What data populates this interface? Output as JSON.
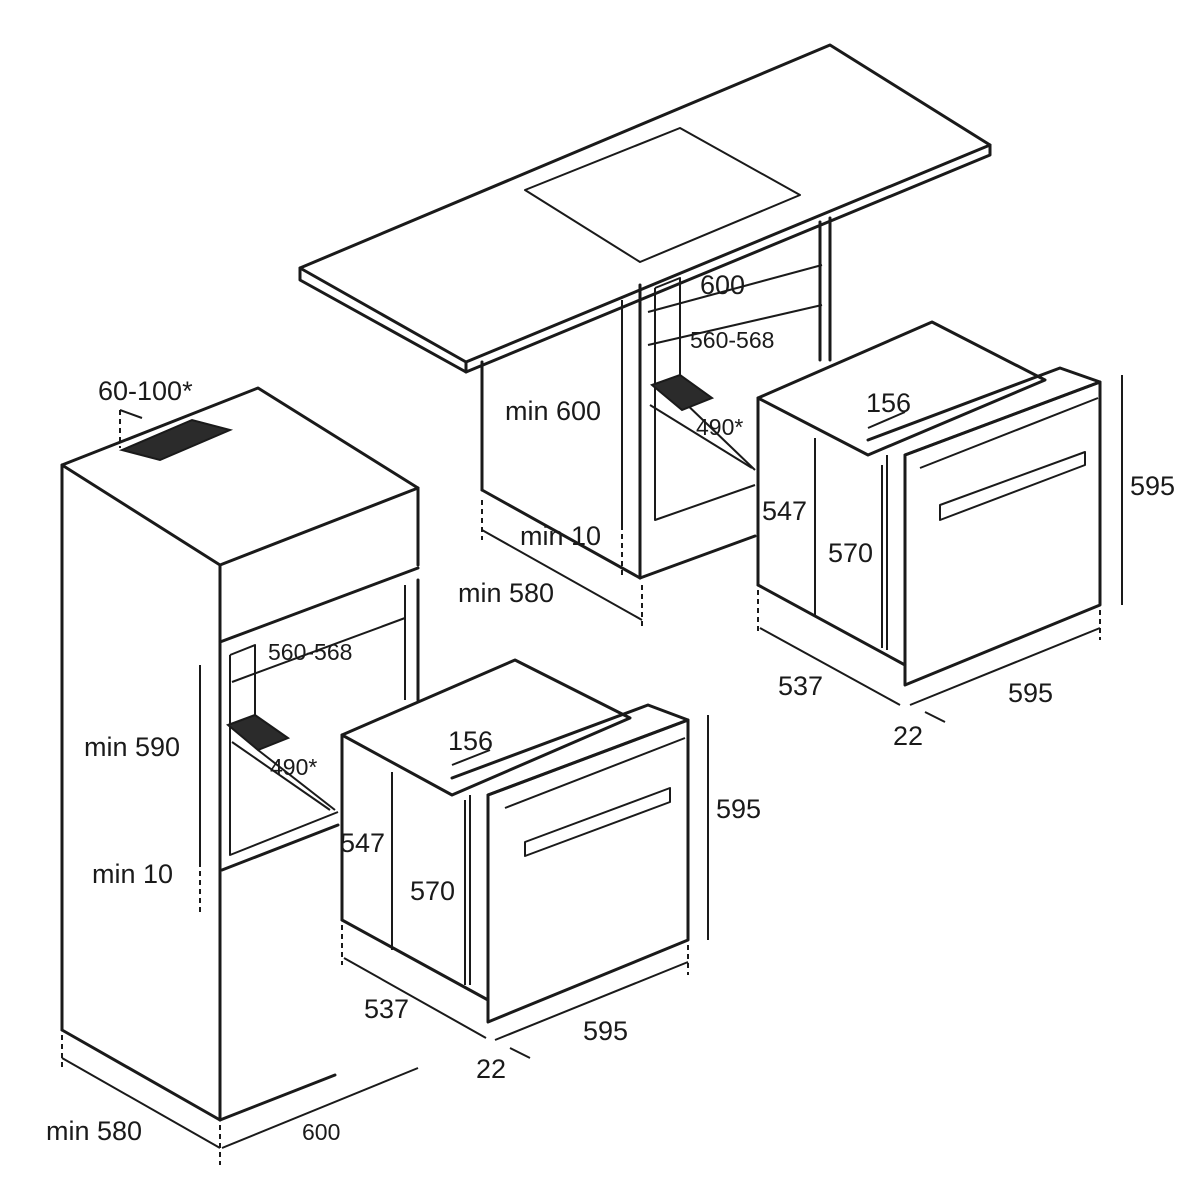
{
  "upper_install": {
    "labels": {
      "cavity_width": "600",
      "cavity_inner_width": "560-568",
      "min_height": "min 600",
      "vent_depth": "490*",
      "min_gap": "min 10",
      "min_depth": "min 580"
    }
  },
  "upper_oven": {
    "labels": {
      "cutout_depth": "156",
      "total_height": "595",
      "body_height": "547",
      "front_height": "570",
      "body_depth": "537",
      "front_width": "595",
      "front_thickness": "22"
    }
  },
  "tall_cabinet": {
    "labels": {
      "vent_opening": "60-100*",
      "cavity_inner_width": "560-568",
      "min_height": "min 590",
      "vent_depth": "490*",
      "min_gap": "min 10",
      "min_depth": "min 580",
      "width": "600"
    }
  },
  "lower_oven": {
    "labels": {
      "cutout_depth": "156",
      "total_height": "595",
      "body_height": "547",
      "front_height": "570",
      "body_depth": "537",
      "front_width": "595",
      "front_thickness": "22"
    }
  }
}
